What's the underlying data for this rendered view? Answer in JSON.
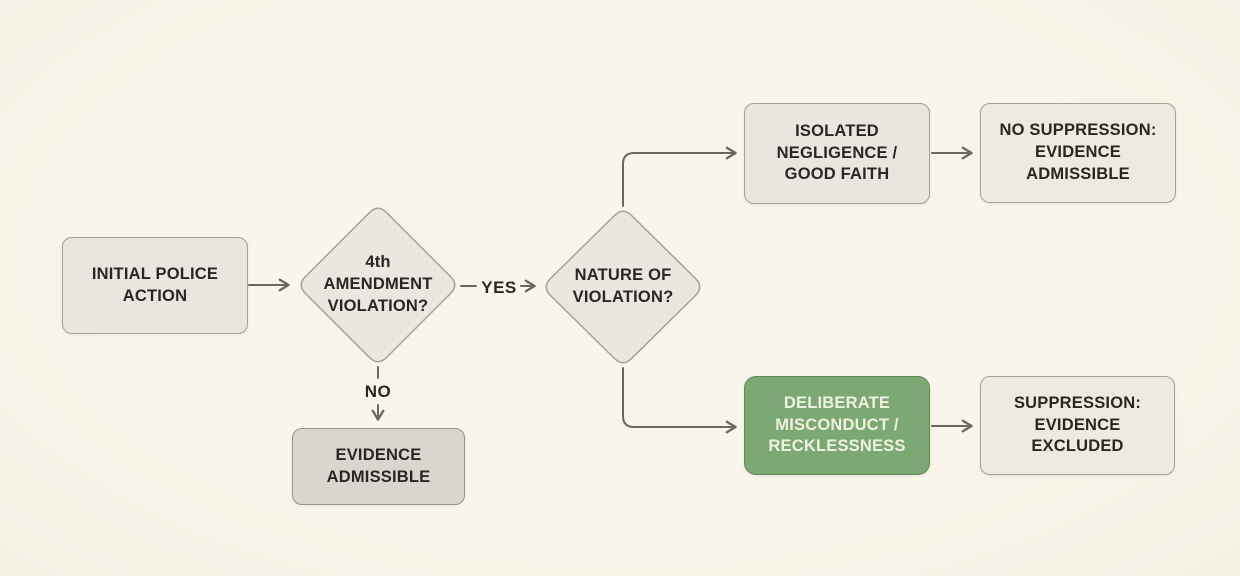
{
  "diagram": {
    "title_context": "evidence suppression decision flowchart",
    "nodes": {
      "initial": {
        "label": "INITIAL POLICE\nACTION"
      },
      "amendment": {
        "label": "4th\nAMENDMENT\nVIOLATION?"
      },
      "nature": {
        "label": "NATURE OF\nVIOLATION?"
      },
      "isolated": {
        "label": "ISOLATED\nNEGLIGENCE /\nGOOD FAITH"
      },
      "no_suppression": {
        "label": "NO SUPPRESSION:\nEVIDENCE\nADMISSIBLE"
      },
      "deliberate": {
        "label": "DELIBERATE\nMISCONDUCT /\nRECKLESSNESS"
      },
      "suppression": {
        "label": "SUPPRESSION:\nEVIDENCE\nEXCLUDED"
      },
      "admissible": {
        "label": "EVIDENCE\nADMISSIBLE"
      }
    },
    "edge_labels": {
      "yes": "YES",
      "no": "NO"
    },
    "colors": {
      "background": "#f8f4e9",
      "node_fill": "#e9e6df",
      "node_fill_light": "#edeae2",
      "node_fill_dark": "#d9d6cf",
      "node_border": "#a5a198",
      "accent_green_fill": "#7ca873",
      "accent_green_border": "#5d8a55",
      "accent_green_text": "#eff1e2",
      "wire": "#6b675f",
      "text": "#2a2722"
    }
  }
}
